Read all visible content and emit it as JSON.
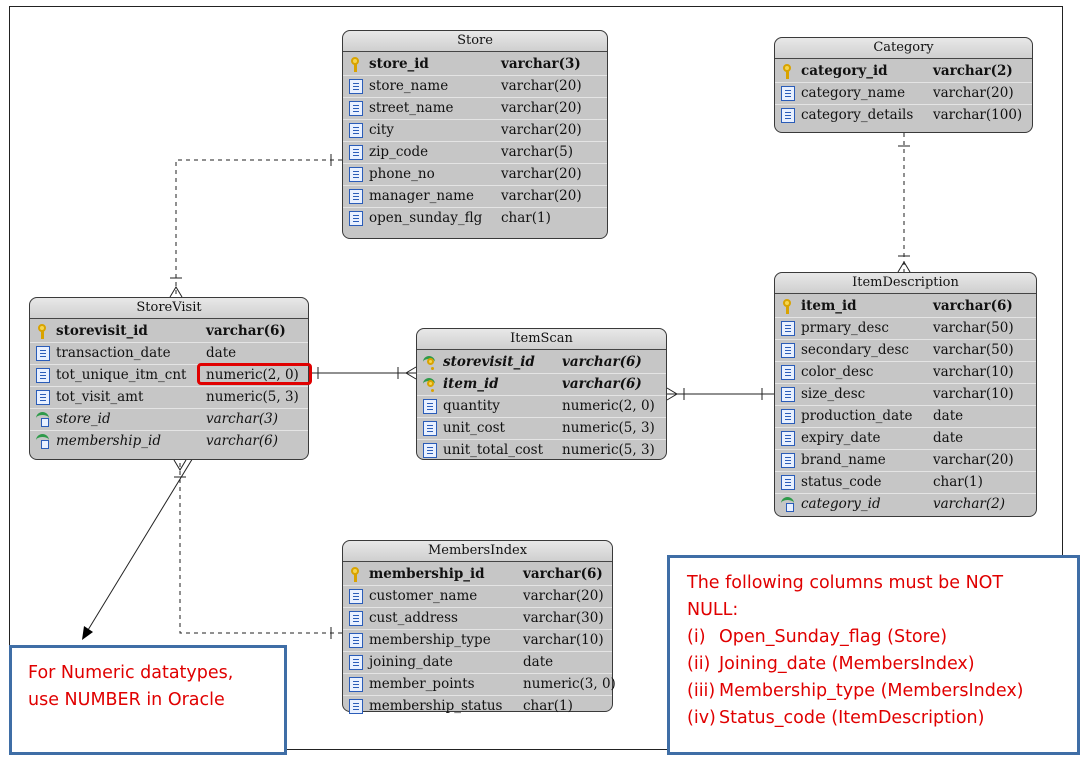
{
  "entities": {
    "store": {
      "title": "Store",
      "columns": [
        {
          "name": "store_id",
          "type": "varchar(3)",
          "kind": "pk"
        },
        {
          "name": "store_name",
          "type": "varchar(20)",
          "kind": "col"
        },
        {
          "name": "street_name",
          "type": "varchar(20)",
          "kind": "col"
        },
        {
          "name": "city",
          "type": "varchar(20)",
          "kind": "col"
        },
        {
          "name": "zip_code",
          "type": "varchar(5)",
          "kind": "col"
        },
        {
          "name": "phone_no",
          "type": "varchar(20)",
          "kind": "col"
        },
        {
          "name": "manager_name",
          "type": "varchar(20)",
          "kind": "col"
        },
        {
          "name": "open_sunday_flg",
          "type": "char(1)",
          "kind": "col"
        }
      ]
    },
    "category": {
      "title": "Category",
      "columns": [
        {
          "name": "category_id",
          "type": "varchar(2)",
          "kind": "pk"
        },
        {
          "name": "category_name",
          "type": "varchar(20)",
          "kind": "col"
        },
        {
          "name": "category_details",
          "type": "varchar(100)",
          "kind": "col"
        }
      ]
    },
    "storevisit": {
      "title": "StoreVisit",
      "columns": [
        {
          "name": "storevisit_id",
          "type": "varchar(6)",
          "kind": "pk"
        },
        {
          "name": "transaction_date",
          "type": "date",
          "kind": "col"
        },
        {
          "name": "tot_unique_itm_cnt",
          "type": "numeric(2, 0)",
          "kind": "col"
        },
        {
          "name": "tot_visit_amt",
          "type": "numeric(5, 3)",
          "kind": "col"
        },
        {
          "name": "store_id",
          "type": "varchar(3)",
          "kind": "fk"
        },
        {
          "name": "membership_id",
          "type": "varchar(6)",
          "kind": "fk"
        }
      ]
    },
    "itemscan": {
      "title": "ItemScan",
      "columns": [
        {
          "name": "storevisit_id",
          "type": "varchar(6)",
          "kind": "pfk"
        },
        {
          "name": "item_id",
          "type": "varchar(6)",
          "kind": "pfk"
        },
        {
          "name": "quantity",
          "type": "numeric(2, 0)",
          "kind": "col"
        },
        {
          "name": "unit_cost",
          "type": "numeric(5, 3)",
          "kind": "col"
        },
        {
          "name": "unit_total_cost",
          "type": "numeric(5, 3)",
          "kind": "col"
        }
      ]
    },
    "itemdescription": {
      "title": "ItemDescription",
      "columns": [
        {
          "name": "item_id",
          "type": "varchar(6)",
          "kind": "pk"
        },
        {
          "name": "prmary_desc",
          "type": "varchar(50)",
          "kind": "col"
        },
        {
          "name": "secondary_desc",
          "type": "varchar(50)",
          "kind": "col"
        },
        {
          "name": "color_desc",
          "type": "varchar(10)",
          "kind": "col"
        },
        {
          "name": "size_desc",
          "type": "varchar(10)",
          "kind": "col"
        },
        {
          "name": "production_date",
          "type": "date",
          "kind": "col"
        },
        {
          "name": "expiry_date",
          "type": "date",
          "kind": "col"
        },
        {
          "name": "brand_name",
          "type": "varchar(20)",
          "kind": "col"
        },
        {
          "name": "status_code",
          "type": "char(1)",
          "kind": "col"
        },
        {
          "name": "category_id",
          "type": "varchar(2)",
          "kind": "fk"
        }
      ]
    },
    "membersindex": {
      "title": "MembersIndex",
      "columns": [
        {
          "name": "membership_id",
          "type": "varchar(6)",
          "kind": "pk"
        },
        {
          "name": "customer_name",
          "type": "varchar(20)",
          "kind": "col"
        },
        {
          "name": "cust_address",
          "type": "varchar(30)",
          "kind": "col"
        },
        {
          "name": "membership_type",
          "type": "varchar(10)",
          "kind": "col"
        },
        {
          "name": "joining_date",
          "type": "date",
          "kind": "col"
        },
        {
          "name": "member_points",
          "type": "numeric(3, 0)",
          "kind": "col"
        },
        {
          "name": "membership_status",
          "type": "char(1)",
          "kind": "col"
        }
      ]
    }
  },
  "notes": {
    "numeric": {
      "line1": "For Numeric datatypes,",
      "line2": "use NUMBER in Oracle"
    },
    "not_null": {
      "line1": "The following columns must be NOT",
      "line2": "NULL:",
      "items": [
        {
          "num": "(i)",
          "text": "Open_Sunday_flag (Store)"
        },
        {
          "num": "(ii)",
          "text": "Joining_date (MembersIndex)"
        },
        {
          "num": "(iii)",
          "text": "Membership_type (MembersIndex)"
        },
        {
          "num": "(iv)",
          "text": "Status_code (ItemDescription)"
        }
      ]
    }
  },
  "colors": {
    "entity_fill": "#c6c6c6",
    "note_text": "#e00000",
    "note_border": "#3f6ea6",
    "highlight": "#e00000"
  }
}
